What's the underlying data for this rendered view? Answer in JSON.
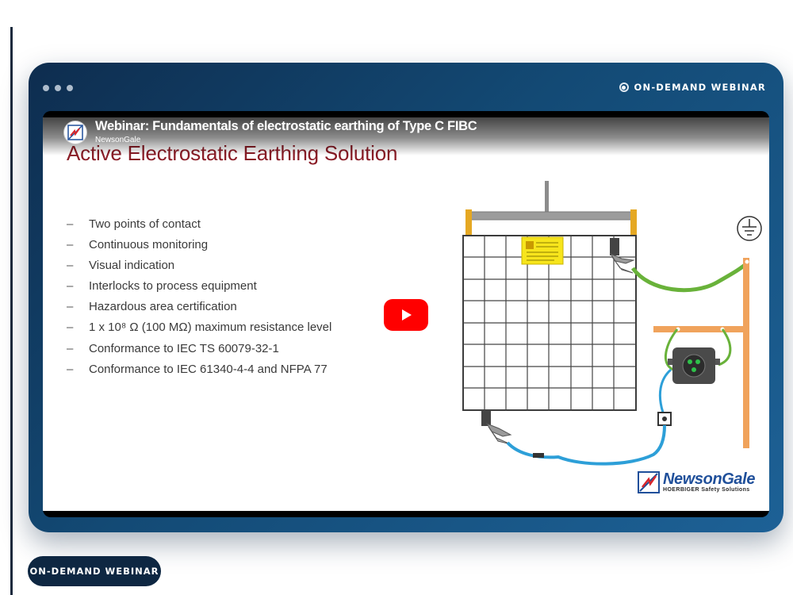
{
  "badge_top": "ON-DEMAND WEBINAR",
  "badge_bottom": "ON-DEMAND WEBINAR",
  "video": {
    "title": "Webinar: Fundamentals of electrostatic earthing of Type C FIBC",
    "channel": "NewsonGale",
    "play_icon": "youtube-play-icon"
  },
  "slide": {
    "title": "Active Electrostatic Earthing Solution",
    "bullets": [
      "Two points of contact",
      "Continuous monitoring",
      "Visual indication",
      "Interlocks to process equipment",
      "Hazardous area certification",
      "1 x 10⁸ Ω (100 MΩ) maximum resistance level",
      "Conformance to IEC TS 60079-32-1",
      "Conformance to IEC 61340-4-4 and NFPA 77"
    ],
    "brand_name": "NewsonGale",
    "brand_tagline": "HOERBIGER Safety Solutions"
  },
  "colors": {
    "card_dark": "#0e2d4f",
    "card_light": "#1d6196",
    "slide_title": "#8a1c26",
    "play_red": "#ff0000",
    "earth_bar": "#f0a35c",
    "green_cable": "#69b23a",
    "blue_cable": "#2d9fd8",
    "brand_blue": "#1f4f9a"
  }
}
